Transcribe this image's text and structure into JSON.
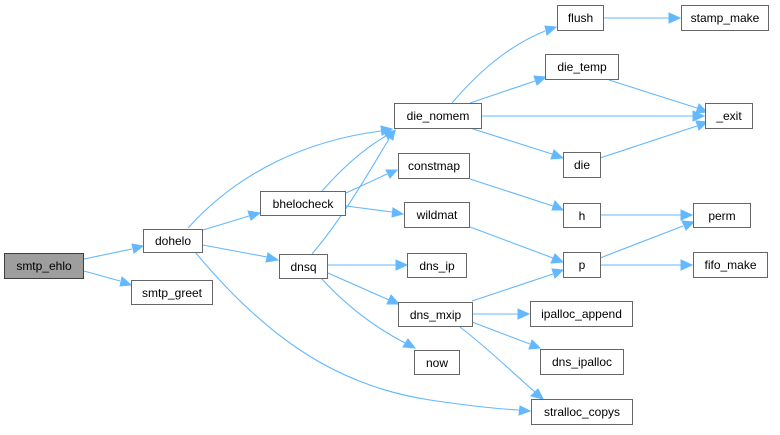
{
  "graph": {
    "colors": {
      "edge": "#63b8ff",
      "node_border": "#666666",
      "root_fill": "#9e9e9e",
      "node_fill": "#ffffff"
    },
    "nodes": {
      "smtp_ehlo": "smtp_ehlo",
      "dohelo": "dohelo",
      "smtp_greet": "smtp_greet",
      "bhelocheck": "bhelocheck",
      "dnsq": "dnsq",
      "die_nomem": "die_nomem",
      "constmap": "constmap",
      "wildmat": "wildmat",
      "dns_ip": "dns_ip",
      "dns_mxip": "dns_mxip",
      "now": "now",
      "flush": "flush",
      "stamp_make": "stamp_make",
      "die_temp": "die_temp",
      "exit": "_exit",
      "die": "die",
      "h": "h",
      "perm": "perm",
      "p": "p",
      "fifo_make": "fifo_make",
      "ipalloc_append": "ipalloc_append",
      "dns_ipalloc": "dns_ipalloc",
      "stralloc_copys": "stralloc_copys"
    }
  }
}
